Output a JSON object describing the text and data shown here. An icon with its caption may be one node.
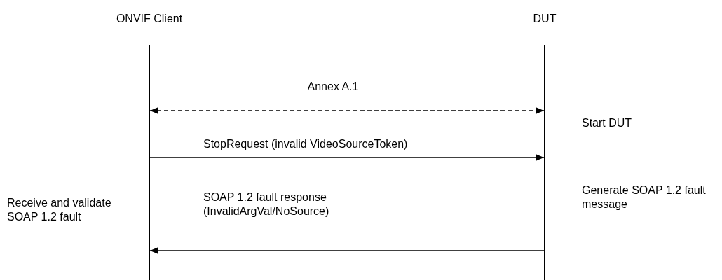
{
  "diagram": {
    "nodes": [
      {
        "text": [
          "ONVIF Client"
        ]
      },
      {
        "text": [
          "DUT"
        ]
      }
    ],
    "edges": [
      {
        "from": 0,
        "to": 1,
        "arrow": "both",
        "style": "dashed",
        "label": "Annex A.1"
      },
      {
        "from": 0,
        "to": 1,
        "arrow": "to",
        "label": "StopRequest (invalid VideoSourceToken)"
      },
      {
        "from": 1,
        "to": 0,
        "arrow": "to",
        "label": "SOAP 1.2 fault response (InvalidArgVal/NoSource)"
      }
    ],
    "labels": [
      "Start DUT",
      "Generate SOAP 1.2 fault message",
      "Receive and validate SOAP 1.2 fault"
    ]
  }
}
